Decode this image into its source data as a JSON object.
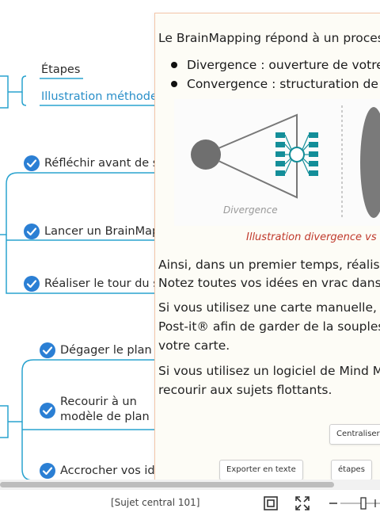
{
  "mindmap": {
    "top_nodes": [
      "Étapes",
      "Illustration méthode"
    ],
    "group1": [
      "Réfléchir avant de se",
      "Lancer un BrainMapp",
      "Réaliser le tour du su"
    ],
    "group2": [
      "Dégager le plan",
      "Recourir à un modèle de plan",
      "Accrocher vos idée"
    ]
  },
  "note": {
    "intro": "Le BrainMapping répond à un proces",
    "bullets": [
      "Divergence : ouverture de votre",
      "Convergence : structuration de v"
    ],
    "illustration_label": "Divergence",
    "caption": "Illustration divergence vs c",
    "paragraphs": [
      [
        "Ainsi, dans un premier temps, réaliser",
        "Notez toutes vos idées en vrac dans u"
      ],
      [
        "Si vous utilisez une carte manuelle, vo",
        "Post-it® afin de garder de la souples",
        "votre carte."
      ],
      [
        "Si vous utilisez un logiciel de Mind M",
        "recourir aux sujets flottants."
      ]
    ]
  },
  "floating_buttons": {
    "centraliser": "Centraliser",
    "exporter": "Exporter en texte",
    "etapes": "étapes"
  },
  "statusbar": {
    "selection": "[Sujet central 101]",
    "icons": [
      "fit-page-icon",
      "fullscreen-icon",
      "zoom-slider"
    ]
  },
  "colors": {
    "branch": "#2aa3cf",
    "check": "#2b7fd4",
    "caption": "#c0392b",
    "note_border": "#f3c5a8",
    "hub": "#e07b3a"
  }
}
